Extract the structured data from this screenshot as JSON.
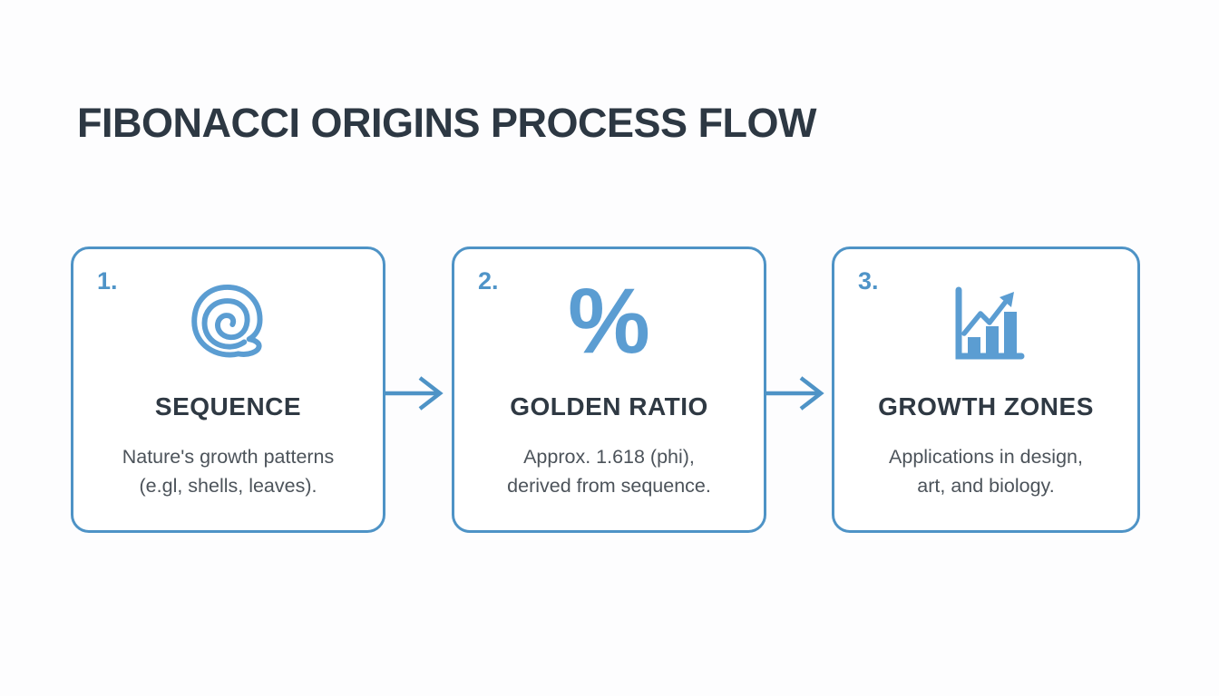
{
  "page": {
    "title": "FIBONACCI ORIGINS PROCESS FLOW"
  },
  "colors": {
    "background": "#fdfdfe",
    "card_background": "#ffffff",
    "accent_border_blue": "#4e93c6",
    "icon_blue": "#5b9dd2",
    "number_blue": "#4f94c8",
    "heading_dark": "#2d3843",
    "card_title_dark": "#2f3943",
    "body_gray": "#4c535a"
  },
  "steps": [
    {
      "number": "1.",
      "icon": "snail-shell-icon",
      "title": "SEQUENCE",
      "description": "Nature's growth patterns\n(e.gl, shells, leaves)."
    },
    {
      "number": "2.",
      "icon": "percent-icon",
      "glyph": "%",
      "title": "GOLDEN RATIO",
      "description": "Approx. 1.618 (phi),\nderived from sequence."
    },
    {
      "number": "3.",
      "icon": "growth-chart-icon",
      "title": "GROWTH ZONES",
      "description": "Applications in design,\nart, and biology."
    }
  ],
  "connectors": [
    {
      "type": "arrow-right"
    },
    {
      "type": "arrow-right"
    }
  ]
}
